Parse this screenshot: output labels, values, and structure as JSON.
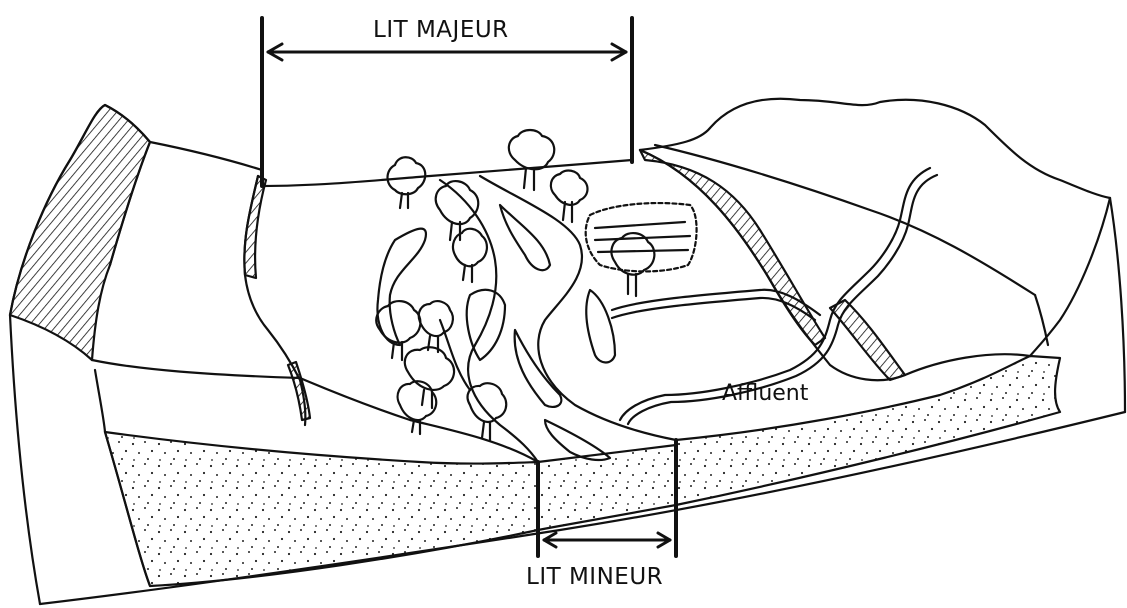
{
  "diagram": {
    "labels": {
      "lit_majeur": "LIT MAJEUR",
      "lit_mineur": "LIT MINEUR",
      "affluent": "Affluent"
    },
    "colors": {
      "ink": "#111111",
      "paper": "#ffffff"
    }
  }
}
